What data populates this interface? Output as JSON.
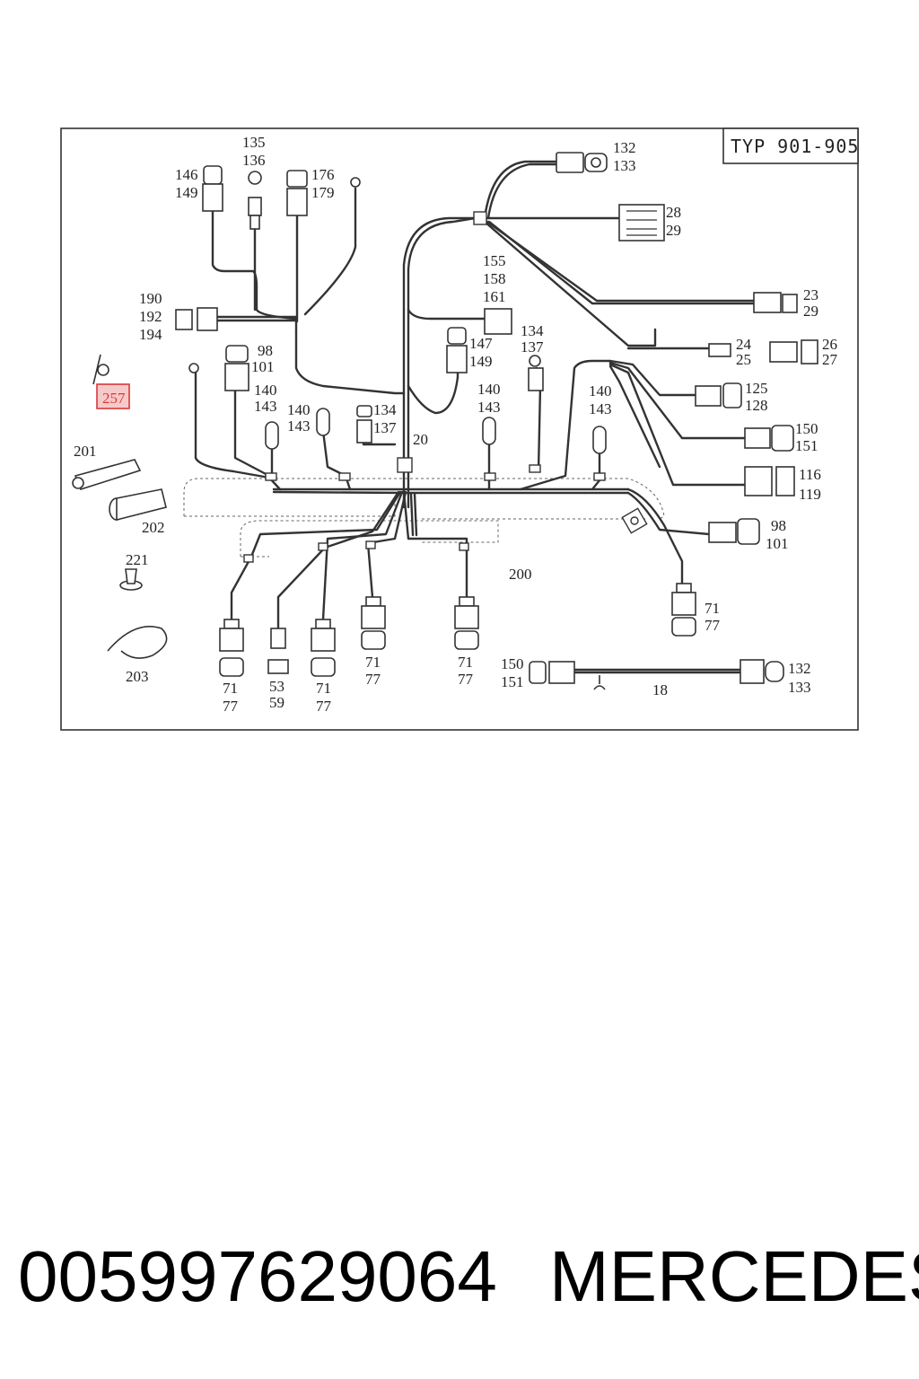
{
  "diagram": {
    "type_label": "TYP 901-905",
    "highlighted_callout": "257",
    "callouts": [
      {
        "id": "c-132-133-top",
        "lines": [
          "132",
          "133"
        ]
      },
      {
        "id": "c-28-29",
        "lines": [
          "28",
          "29"
        ]
      },
      {
        "id": "c-146-149",
        "lines": [
          "146",
          "149"
        ]
      },
      {
        "id": "c-135-136",
        "lines": [
          "135",
          "136"
        ]
      },
      {
        "id": "c-176-179",
        "lines": [
          "176",
          "179"
        ]
      },
      {
        "id": "c-155-158-161",
        "lines": [
          "155",
          "158",
          "161"
        ]
      },
      {
        "id": "c-190-192-194",
        "lines": [
          "190",
          "192",
          "194"
        ]
      },
      {
        "id": "c-23-29",
        "lines": [
          "23",
          "29"
        ]
      },
      {
        "id": "c-24-25",
        "lines": [
          "24",
          "25"
        ]
      },
      {
        "id": "c-26-27",
        "lines": [
          "26",
          "27"
        ]
      },
      {
        "id": "c-147-149",
        "lines": [
          "147",
          "149"
        ]
      },
      {
        "id": "c-134-137-a",
        "lines": [
          "134",
          "137"
        ]
      },
      {
        "id": "c-98-101-a",
        "lines": [
          "98",
          "101"
        ]
      },
      {
        "id": "c-140-143-a",
        "lines": [
          "140",
          "143"
        ]
      },
      {
        "id": "c-140-143-b",
        "lines": [
          "140",
          "143"
        ]
      },
      {
        "id": "c-134-137-b",
        "lines": [
          "134",
          "137"
        ]
      },
      {
        "id": "c-20",
        "lines": [
          "20"
        ]
      },
      {
        "id": "c-140-143-c",
        "lines": [
          "140",
          "143"
        ]
      },
      {
        "id": "c-140-143-d",
        "lines": [
          "140",
          "143"
        ]
      },
      {
        "id": "c-125-128",
        "lines": [
          "125",
          "128"
        ]
      },
      {
        "id": "c-150-151-a",
        "lines": [
          "150",
          "151"
        ]
      },
      {
        "id": "c-116-119",
        "lines": [
          "116",
          "119"
        ]
      },
      {
        "id": "c-98-101-b",
        "lines": [
          "98",
          "101"
        ]
      },
      {
        "id": "c-201",
        "lines": [
          "201"
        ]
      },
      {
        "id": "c-202",
        "lines": [
          "202"
        ]
      },
      {
        "id": "c-221",
        "lines": [
          "221"
        ]
      },
      {
        "id": "c-203",
        "lines": [
          "203"
        ]
      },
      {
        "id": "c-200",
        "lines": [
          "200"
        ]
      },
      {
        "id": "c-71-77-a",
        "lines": [
          "71",
          "77"
        ]
      },
      {
        "id": "c-53-59",
        "lines": [
          "53",
          "59"
        ]
      },
      {
        "id": "c-71-77-b",
        "lines": [
          "71",
          "77"
        ]
      },
      {
        "id": "c-71-77-c",
        "lines": [
          "71",
          "77"
        ]
      },
      {
        "id": "c-71-77-d",
        "lines": [
          "71",
          "77"
        ]
      },
      {
        "id": "c-71-77-e",
        "lines": [
          "71",
          "77"
        ]
      },
      {
        "id": "c-150-151-b",
        "lines": [
          "150",
          "151"
        ]
      },
      {
        "id": "c-18",
        "lines": [
          "18"
        ]
      },
      {
        "id": "c-132-133-bottom",
        "lines": [
          "132",
          "133"
        ]
      }
    ],
    "colors": {
      "line": "#333333",
      "highlight": "#d9383a",
      "highlight_fill": "#f7caca"
    }
  },
  "footer": {
    "part_number": "00599762906",
    "suffix": "4",
    "brand": "MERCEDES"
  }
}
